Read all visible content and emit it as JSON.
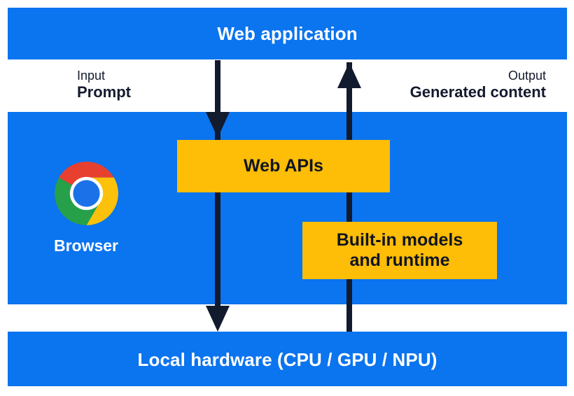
{
  "diagram": {
    "title": "Web application",
    "colors": {
      "band_blue": "#0b74ef",
      "box_yellow": "#febd06",
      "arrow_navy": "#121a2e",
      "text_dark": "#141a2e",
      "text_light": "#ffffff",
      "chrome_red": "#e8402f",
      "chrome_yellow": "#fcc10a",
      "chrome_green": "#27a04a",
      "chrome_blue": "#1b72e8",
      "background": "#ffffff"
    },
    "bands": [
      {
        "id": "web-application",
        "label": "Web application"
      },
      {
        "id": "browser",
        "label": "Browser"
      },
      {
        "id": "local-hardware",
        "label": "Local hardware (CPU / GPU / NPU)"
      }
    ],
    "flows": [
      {
        "id": "input",
        "kicker": "Input",
        "value": "Prompt",
        "direction": "down",
        "arrow_icon": "arrow-down-icon"
      },
      {
        "id": "output",
        "kicker": "Output",
        "value": "Generated content",
        "direction": "up",
        "arrow_icon": "arrow-up-icon"
      }
    ],
    "boxes": [
      {
        "id": "web-apis",
        "label": "Web APIs"
      },
      {
        "id": "builtin-models",
        "line1": "Built-in models",
        "line2": "and runtime"
      }
    ],
    "browser": {
      "label": "Browser",
      "icon": "chrome-logo-icon"
    }
  }
}
